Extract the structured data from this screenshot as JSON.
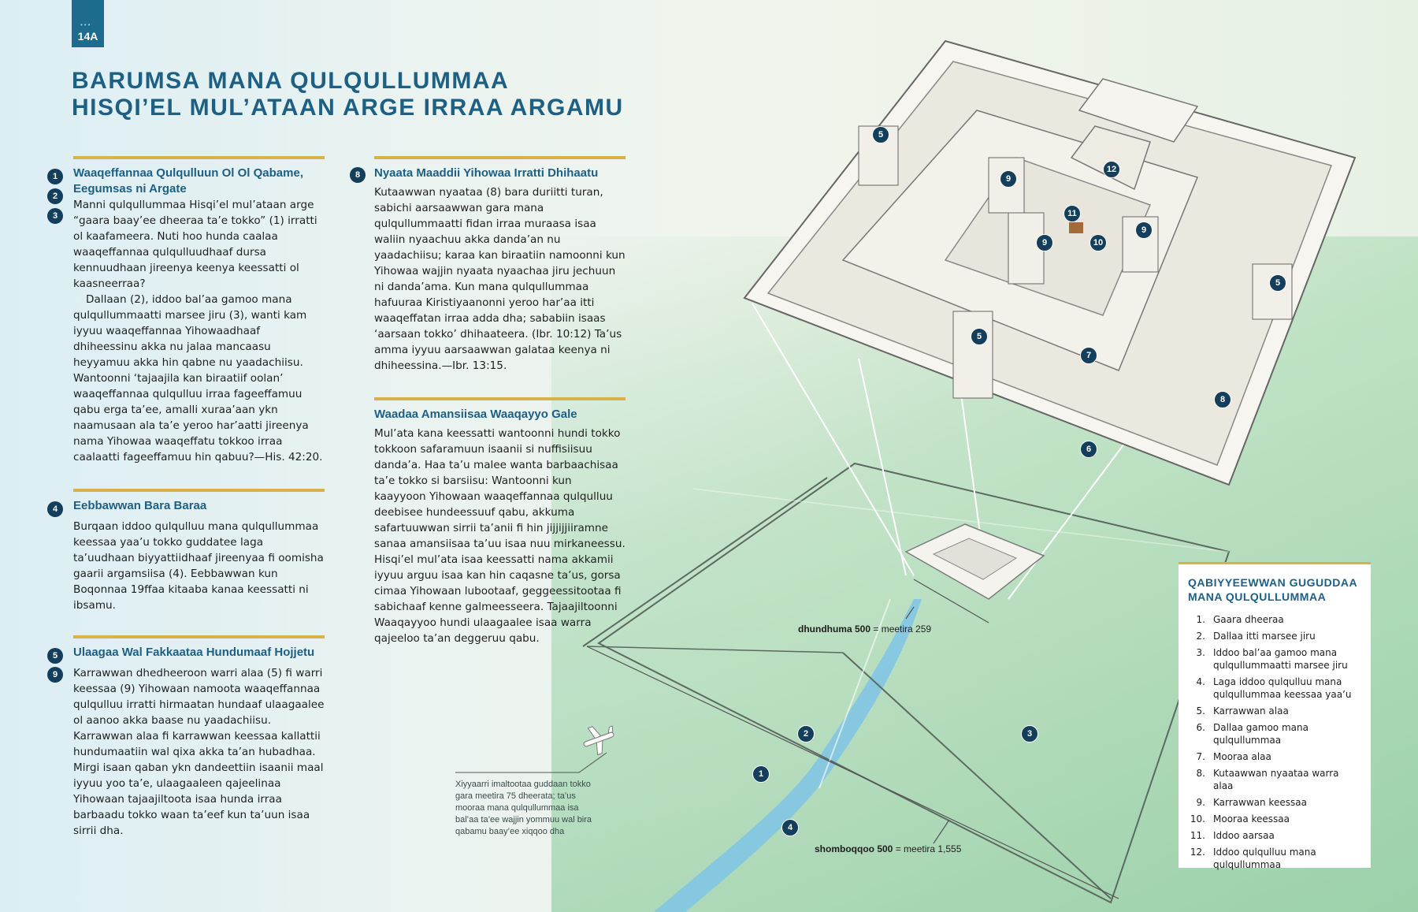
{
  "page_tag": {
    "dots": "•••",
    "number": "14A"
  },
  "title": {
    "line1": "BARUMSA MANA QULQULLUMMAA",
    "line2": "HISQI’EL MUL’ATAAN ARGE IRRAA ARGAMU"
  },
  "sections": [
    {
      "badges": [
        "1",
        "2",
        "3"
      ],
      "heading": "Waaqeffannaa Qulqulluun Ol Ol Qabame, Eegumsas ni Argate",
      "paragraphs": [
        "Manni qulqullummaa Hisqi’el mul’ataan arge “gaara baay’ee dheeraa ta’e tokko” (1) irratti ol kaafameera. Nuti hoo hunda caalaa waaqeffannaa qulqulluudhaaf dursa kennuudhaan jireenya keenya keessatti ol kaasneerraa?",
        "Dallaan (2), iddoo bal’aa gamoo mana qulqullummaatti marsee jiru (3), wanti kam iyyuu waaqeffannaa Yihowaadhaaf dhiheessinu akka nu jalaa mancaasu heyyamuu akka hin qabne nu yaadachiisu. Wantoonni ‘tajaajila kan biraatiif oolan’ waaqeffannaa qulqulluu irraa fageeffamuu qabu erga ta’ee, amalli xuraa’aan ykn naamusaan ala ta’e yeroo har’aatti jireenya nama Yihowaa waaqeffatu tokkoo irraa caalaatti fageeffamuu hin qabuu?—His. 42:20."
      ]
    },
    {
      "badges": [
        "4"
      ],
      "heading": "Eebbawwan Bara Baraa",
      "paragraphs": [
        "Burqaan iddoo qulqulluu mana qulqullummaa keessaa yaa’u tokko guddatee laga ta’uudhaan biyyattiidhaaf jireenyaa fi oomisha gaarii argamsiisa (4). Eebbawwan kun Boqonnaa 19ffaa kitaaba kanaa keessatti ni ibsamu."
      ]
    },
    {
      "badges": [
        "5",
        "9"
      ],
      "heading": "Ulaagaa Wal Fakkaataa Hundumaaf Hojjetu",
      "paragraphs": [
        "Karrawwan dhedheeroon warri alaa (5) fi warri keessaa (9) Yihowaan namoota waaqeffannaa qulqulluu irratti hirmaatan hundaaf ulaagaalee ol aanoo akka baase nu yaadachiisu. Karrawwan alaa fi karrawwan keessaa kallattii hundumaatiin wal qixa akka ta’an hubadhaa. Mirgi isaan qaban ykn dandeettiin isaanii maal iyyuu yoo ta’e, ulaagaaleen qajeelinaa Yihowaan tajaajiltoota isaa hunda irraa barbaadu tokko waan ta’eef kun ta’uun isaa sirrii dha."
      ]
    },
    {
      "badges": [
        "8"
      ],
      "heading": "Nyaata Maaddii Yihowaa Irratti Dhihaatu",
      "paragraphs": [
        "Kutaawwan nyaataa (8) bara duriitti turan, sabichi aarsaawwan gara mana qulqullummaatti fidan irraa muraasa isaa waliin nyaachuu akka danda’an nu yaadachiisu; karaa kan biraatiin namoonni kun Yihowaa wajjin nyaata nyaachaa jiru jechuun ni danda’ama. Kun mana qulqullummaa hafuuraa Kiristiyaanonni yeroo har’aa itti waaqeffatan irraa adda dha; sababiin isaas ‘aarsaan tokko’ dhihaateera. (Ibr. 10:12) Ta’us amma iyyuu aarsaawwan galataa keenya ni dhiheessina.—Ibr. 13:15."
      ]
    },
    {
      "badges": [],
      "heading": "Waadaa Amansiisaa Waaqayyo Gale",
      "paragraphs": [
        "Mul’ata kana keessatti wantoonni hundi tokko tokkoon safaramuun isaanii si nuffisiisuu danda’a. Haa ta’u malee wanta barbaachisaa ta’e tokko si barsiisu: Wantoonni kun kaayyoon Yihowaan waaqeffannaa qulqulluu deebisee hundeessuuf qabu, akkuma safartuuwwan sirrii ta’anii fi hin jijjijjiiramne sanaa amansiisaa ta’uu isaa nuu mirkaneessu. Hisqi’el mul’ata isaa keessatti nama akkamii iyyuu arguu isaa kan hin caqasne ta’us, gorsa cimaa Yihowaan lubootaaf, geggeessitootaa fi sabichaaf kenne galmeesseera. Tajaajiltoonni Waaqayyoo hundi ulaagaalee isaa warra qajeeloo ta’an deggeruu qabu."
      ]
    }
  ],
  "illustration": {
    "labels": {
      "width_bold": "dhundhuma 500",
      "width_rest": "= meetira 259",
      "length_bold": "shomboqqoo 500",
      "length_rest": "= meetira 1,555"
    },
    "caption": "Xiyyaarri imaltootaa guddaan tokko gara meetira 75 dheerata; ta’us mooraa mana qulqullummaa isa bal’aa ta’ee wajjin yommuu wal bira qabamu baay’ee xiqqoo dha",
    "markers": [
      "5",
      "9",
      "12",
      "11",
      "9",
      "10",
      "9",
      "5",
      "5",
      "7",
      "8",
      "6",
      "2",
      "3",
      "1",
      "4"
    ]
  },
  "legend": {
    "title": "QABIYYEEWWAN GUGUDDAA MANA QULQULLUMMAA",
    "items": [
      {
        "n": "1.",
        "text": "Gaara dheeraa"
      },
      {
        "n": "2.",
        "text": "Dallaa itti marsee jiru"
      },
      {
        "n": "3.",
        "text": "Iddoo bal’aa gamoo mana qulqullummaatti marsee jiru"
      },
      {
        "n": "4.",
        "text": "Laga iddoo qulqulluu mana qulqullummaa keessaa yaa’u"
      },
      {
        "n": "5.",
        "text": "Karrawwan alaa"
      },
      {
        "n": "6.",
        "text": "Dallaa gamoo mana qulqullummaa"
      },
      {
        "n": "7.",
        "text": "Mooraa alaa"
      },
      {
        "n": "8.",
        "text": "Kutaawwan nyaataa warra alaa"
      },
      {
        "n": "9.",
        "text": "Karrawwan keessaa"
      },
      {
        "n": "10.",
        "text": "Mooraa keessaa"
      },
      {
        "n": "11.",
        "text": "Iddoo aarsaa"
      },
      {
        "n": "12.",
        "text": "Iddoo qulqulluu mana qulqullummaa"
      }
    ]
  },
  "colors": {
    "accent_blue": "#1e5f84",
    "gold_rule": "#d8b14a",
    "badge_navy": "#143f5c"
  }
}
